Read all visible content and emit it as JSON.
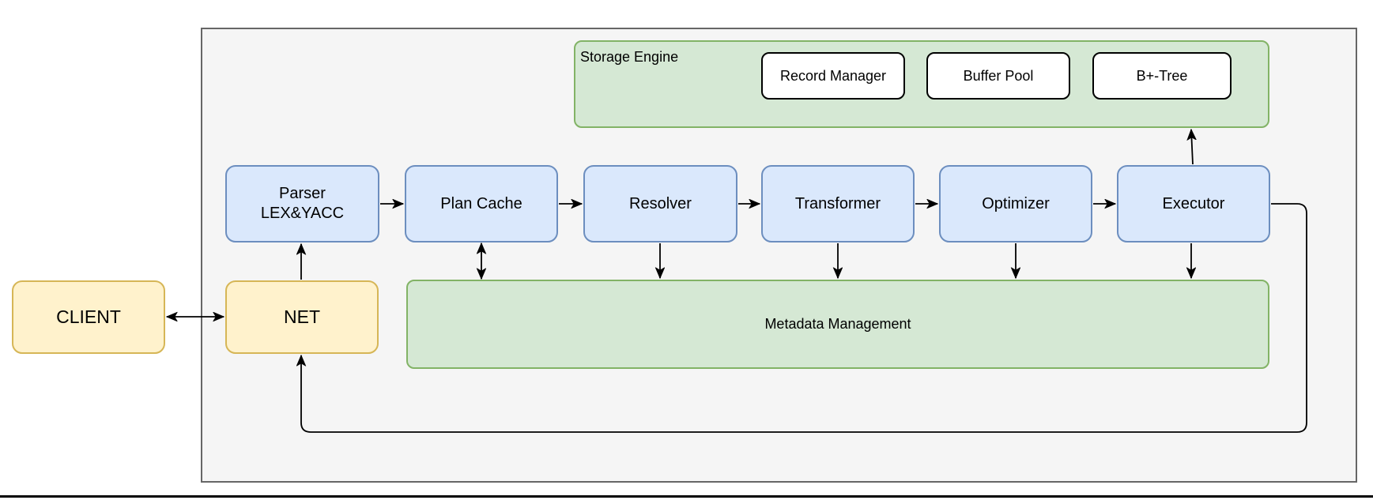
{
  "nodes": {
    "client": {
      "label": "CLIENT"
    },
    "net": {
      "label": "NET"
    },
    "storage_engine": {
      "label": "Storage Engine",
      "children": [
        {
          "label": "Record Manager"
        },
        {
          "label": "Buffer Pool"
        },
        {
          "label": "B+-Tree"
        }
      ]
    },
    "pipeline": [
      {
        "label": "Parser\nLEX&YACC"
      },
      {
        "label": "Plan Cache"
      },
      {
        "label": "Resolver"
      },
      {
        "label": "Transformer"
      },
      {
        "label": "Optimizer"
      },
      {
        "label": "Executor"
      }
    ],
    "metadata": {
      "label": "Metadata Management"
    }
  },
  "colors": {
    "yellow-fill": "#FFF2CC",
    "yellow-stroke": "#D6B656",
    "blue-fill": "#DAE8FC",
    "blue-stroke": "#6C8EBF",
    "green-fill": "#D5E8D4",
    "green-stroke": "#82B366",
    "container-fill": "#F5F5F5",
    "container-stroke": "#666666",
    "line-color": "#000000",
    "text-color": "#000000"
  }
}
